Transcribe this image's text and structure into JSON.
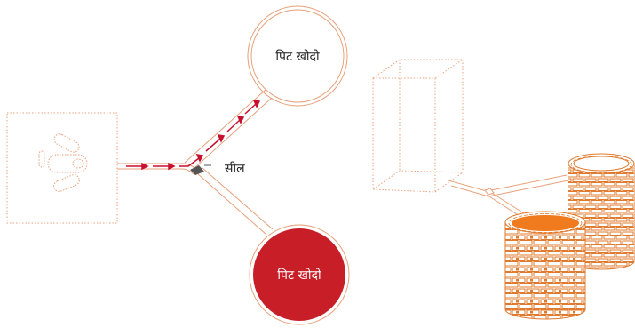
{
  "colors": {
    "accent": "#E8A07A",
    "dotted": "#E9A27C",
    "arrow": "#C8102E",
    "filled_pit": "#C81E28",
    "brick": "#E07A2E",
    "water": "#F07A1E",
    "seal": "#555555"
  },
  "labels": {
    "pit_top": "पिट खोदो",
    "pit_bottom": "पिट खोदो",
    "seal": "सील"
  },
  "icons": {
    "left_box": "toilet-pan-icon",
    "right_box": "superstructure-outline-icon",
    "pit_wall": "brick-pit-icon"
  }
}
